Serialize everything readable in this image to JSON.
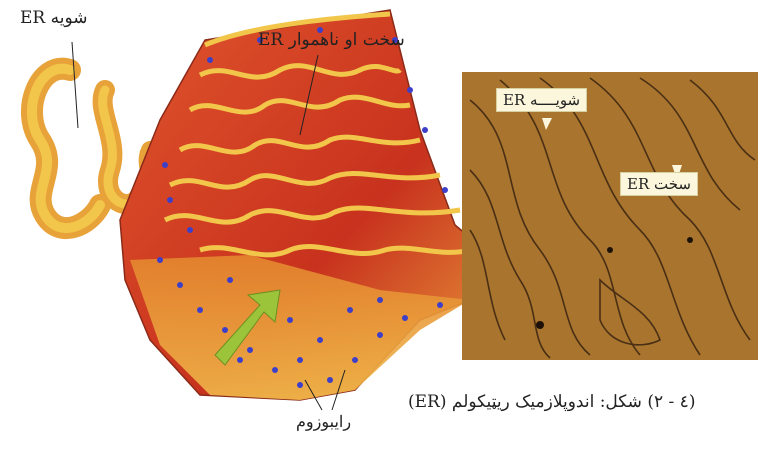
{
  "labels": {
    "smooth_er": "شویه ER",
    "rough_er": "سخت او ناهموار ER",
    "ribosome": "رایبوزوم",
    "micro_smooth": "شویــــه ER",
    "micro_rough": "سخت ER",
    "caption": "(٤ - ٢) شکل: اندوپلازمیک ریټیکولم (ER)"
  },
  "colors": {
    "er_red": "#c8321e",
    "er_yellow": "#f2c64a",
    "ribosome_blue": "#3d3fc8",
    "arrow_green": "#9bc43a",
    "micrograph_bg": "#a8742e"
  }
}
